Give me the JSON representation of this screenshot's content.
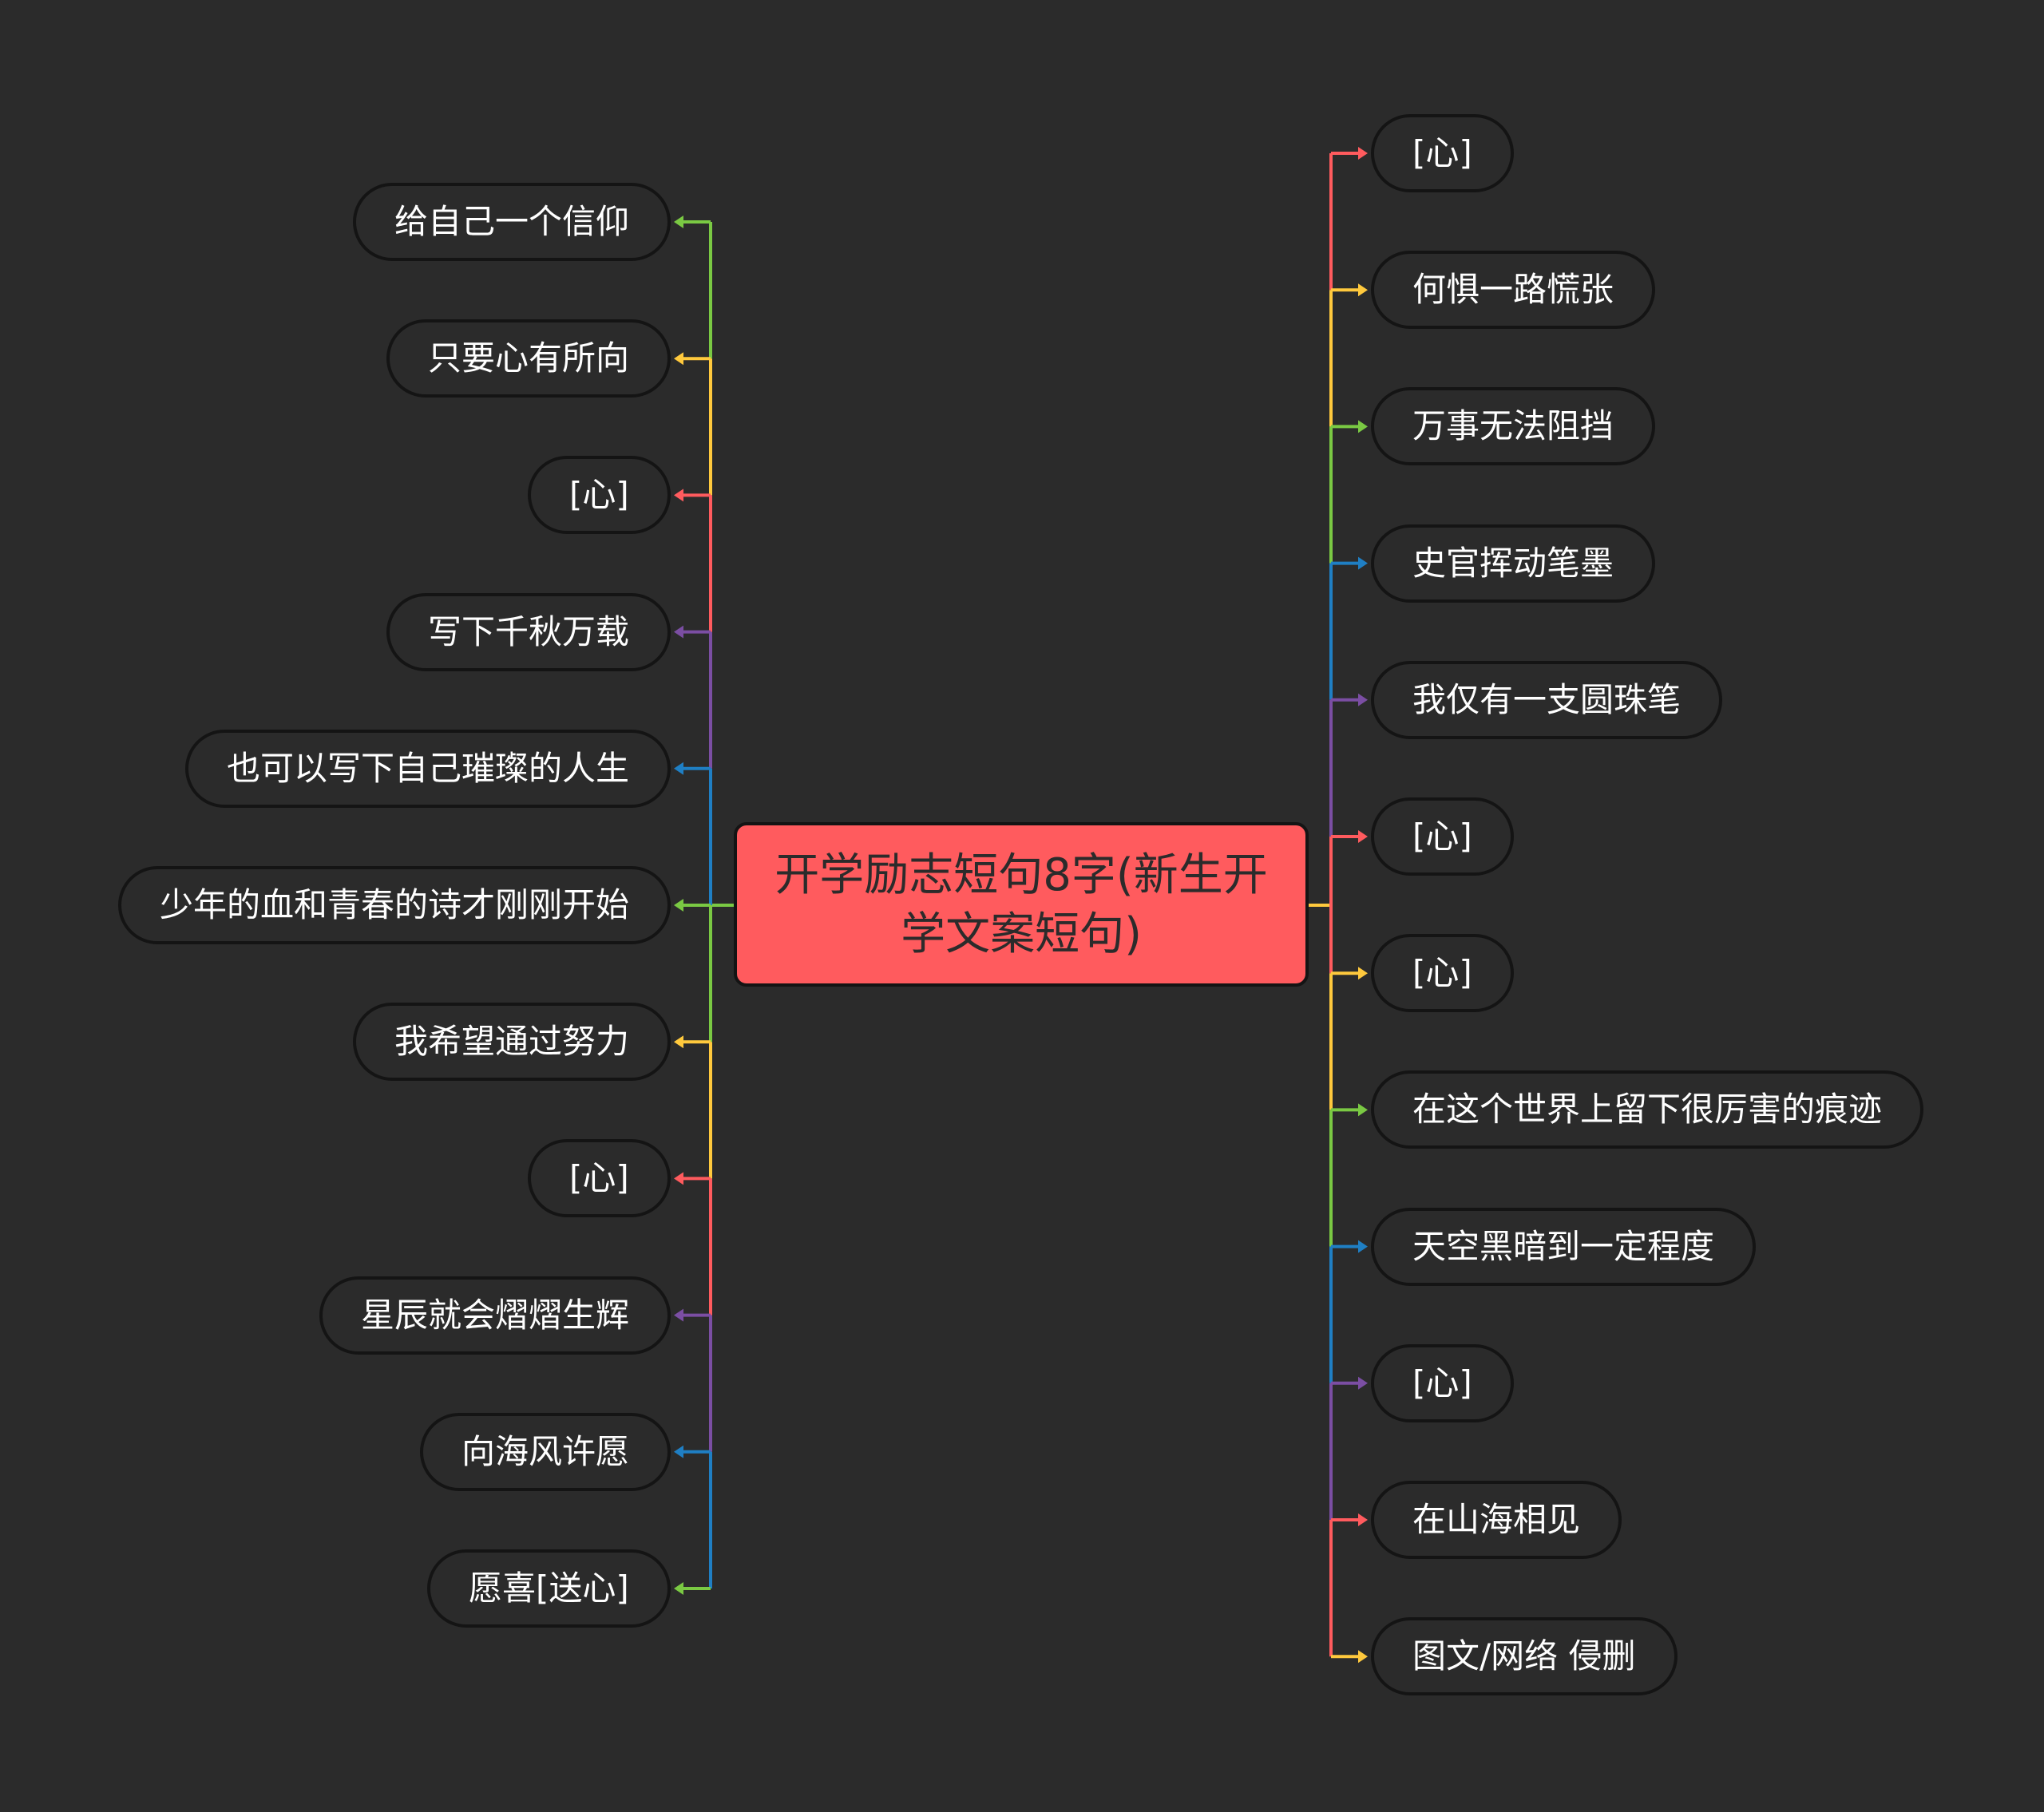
{
  "root": {
    "title": "开学励志短句8字(新生开学文案短句)"
  },
  "left_branches": [
    {
      "label": "给自己一个信仰",
      "color": "#7ac943"
    },
    {
      "label": "只要心有所向",
      "color": "#ffc93d"
    },
    {
      "label": "[心]",
      "color": "#ff5b5e"
    },
    {
      "label": "写下千秋万载",
      "color": "#7b4ea3"
    },
    {
      "label": "也可以写下自己璀璨的人生",
      "color": "#1f7fc4"
    },
    {
      "label": "少年的血和青春的诗才刚刚开始",
      "color": "#7ac943"
    },
    {
      "label": "我希望通过努力",
      "color": "#ffc93d"
    },
    {
      "label": "[心]",
      "color": "#ff5b5e"
    },
    {
      "label": "星辰就会熠熠生辉",
      "color": "#7b4ea3"
    },
    {
      "label": "向海风许愿",
      "color": "#1f7fc4"
    },
    {
      "label": "愿喜[送心]",
      "color": "#7ac943"
    }
  ],
  "right_branches": [
    {
      "label": "[心]",
      "color": "#ff5b5e"
    },
    {
      "label": "何惧一路慌张",
      "color": "#ffc93d"
    },
    {
      "label": "万事无法阻挡",
      "color": "#7ac943"
    },
    {
      "label": "史官挥动笔墨",
      "color": "#1f7fc4"
    },
    {
      "label": "我仅有一支圆珠笔",
      "color": "#7b4ea3"
    },
    {
      "label": "[心]",
      "color": "#ff5b5e"
    },
    {
      "label": "[心]",
      "color": "#ffc93d"
    },
    {
      "label": "在这个世界上留下很厉害的痕迹",
      "color": "#7ac943"
    },
    {
      "label": "天空黑暗到一定程度",
      "color": "#1f7fc4"
    },
    {
      "label": "[心]",
      "color": "#7b4ea3"
    },
    {
      "label": "在山海相见",
      "color": "#ff5b5e"
    },
    {
      "label": "图文/网络 侵删",
      "color": "#ffc93d"
    }
  ]
}
